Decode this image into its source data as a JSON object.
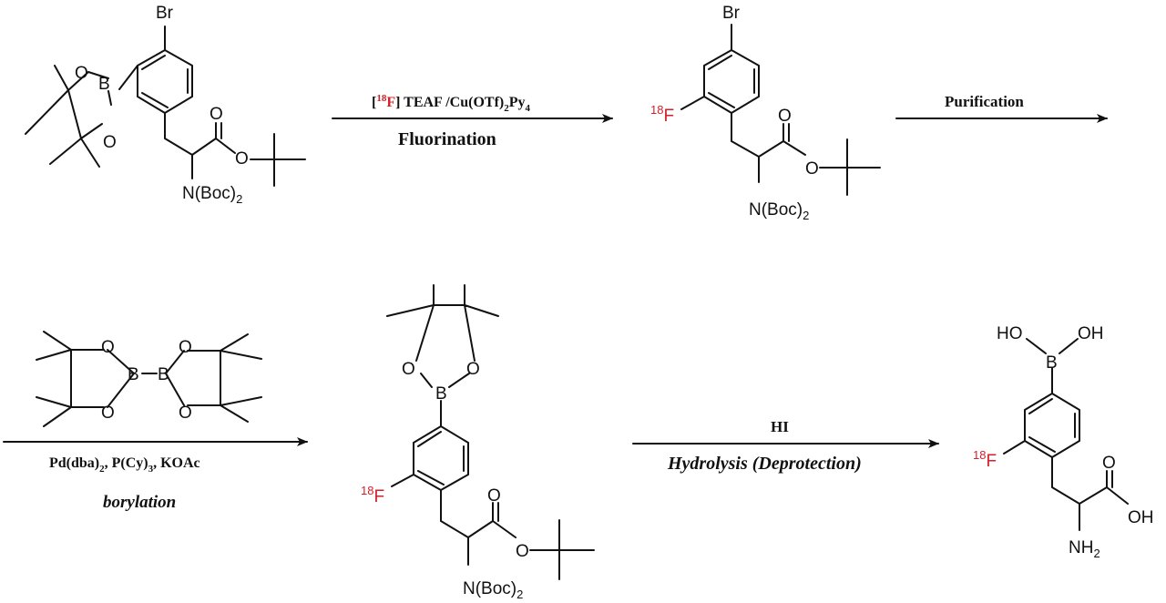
{
  "colors": {
    "ink": "#111111",
    "isotope": "#d4202a"
  },
  "labels": {
    "br": "Br",
    "o": "O",
    "b": "B",
    "n_boc2": "N(Boc)",
    "sub2": "2",
    "sub3": "3",
    "sub4": "4",
    "f18_mass": "18",
    "f": "F",
    "ho": "HO",
    "oh": "OH",
    "nh": "NH"
  },
  "step1": {
    "reagent_open": "[",
    "reagent_mass": "18",
    "reagent_f": "F",
    "reagent_rest": "] TEAF /Cu(OTf)",
    "reagent_py": "Py",
    "name": "Fluorination"
  },
  "step2": {
    "name": "Purification"
  },
  "step3": {
    "reagent_pd": "Pd(dba)",
    "reagent_pcy": ", P(Cy)",
    "reagent_koac": ", KOAc",
    "name": "borylation"
  },
  "step4": {
    "reagent": "HI",
    "name": "Hydrolysis (Deprotection)"
  }
}
